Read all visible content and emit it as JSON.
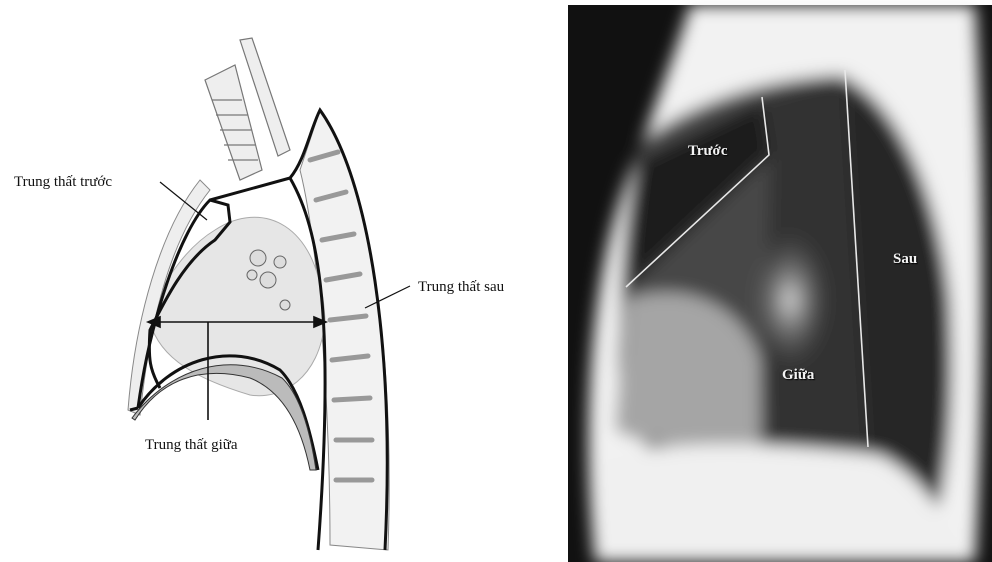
{
  "diagram": {
    "labels": {
      "anterior": "Trung thất trước",
      "posterior": "Trung thất sau",
      "middle": "Trung thất giữa"
    }
  },
  "xray": {
    "labels": {
      "anterior": "Trước",
      "posterior": "Sau",
      "middle": "Giữa"
    }
  }
}
